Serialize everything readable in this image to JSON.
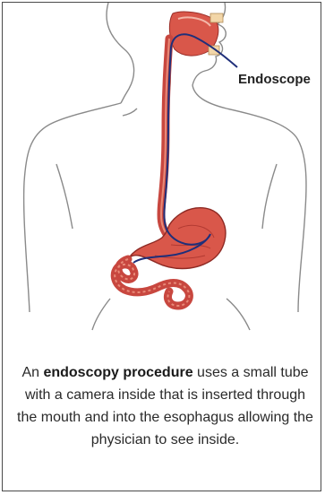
{
  "diagram": {
    "callout_label": "Endoscope",
    "caption": {
      "lead": "An ",
      "emphasis": "endoscopy procedure",
      "rest": " uses a small tube with a camera inside that is inserted through the mouth and into the esophagus allowing the physician to see inside."
    }
  },
  "icons": [
    "head-profile-icon",
    "torso-outline-icon",
    "esophagus-icon",
    "stomach-icon",
    "intestine-icon",
    "endoscope-tube-icon"
  ],
  "colors": {
    "outline": "#8a8a8a",
    "esophagus": "#c8473f",
    "stomach": "#d9574a",
    "scope_line": "#1f2f7a"
  }
}
